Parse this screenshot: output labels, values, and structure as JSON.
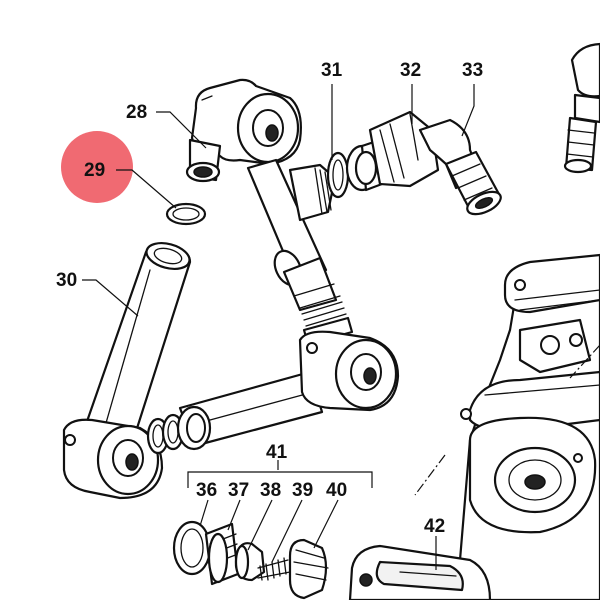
{
  "callouts": {
    "p28": "28",
    "p29": "29",
    "p30": "30",
    "p31": "31",
    "p32": "32",
    "p33": "33",
    "p36": "36",
    "p37": "37",
    "p38": "38",
    "p39": "39",
    "p40": "40",
    "p41": "41",
    "p42": "42"
  },
  "highlight": {
    "part": "29",
    "color": "#f06a72"
  }
}
